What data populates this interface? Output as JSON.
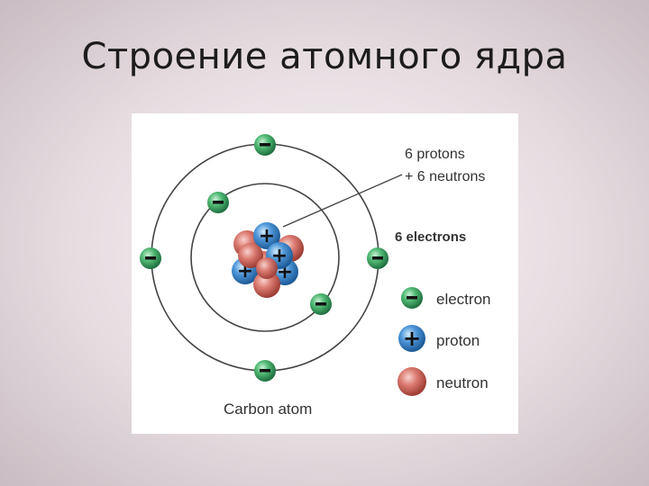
{
  "slide": {
    "title": "Строение атомного ядра"
  },
  "diagram": {
    "nucleus_label_line1": "6 protons",
    "nucleus_label_line2": "+ 6 neutrons",
    "electrons_label": "6 electrons",
    "caption": "Carbon atom",
    "legend": [
      {
        "label": "electron",
        "symbol": "-"
      },
      {
        "label": "proton",
        "symbol": "+"
      },
      {
        "label": "neutron",
        "symbol": ""
      }
    ],
    "colors": {
      "electron": "#3aa35e",
      "proton": "#3f86c8",
      "neutron": "#d4685e",
      "orbit": "#444444"
    }
  }
}
